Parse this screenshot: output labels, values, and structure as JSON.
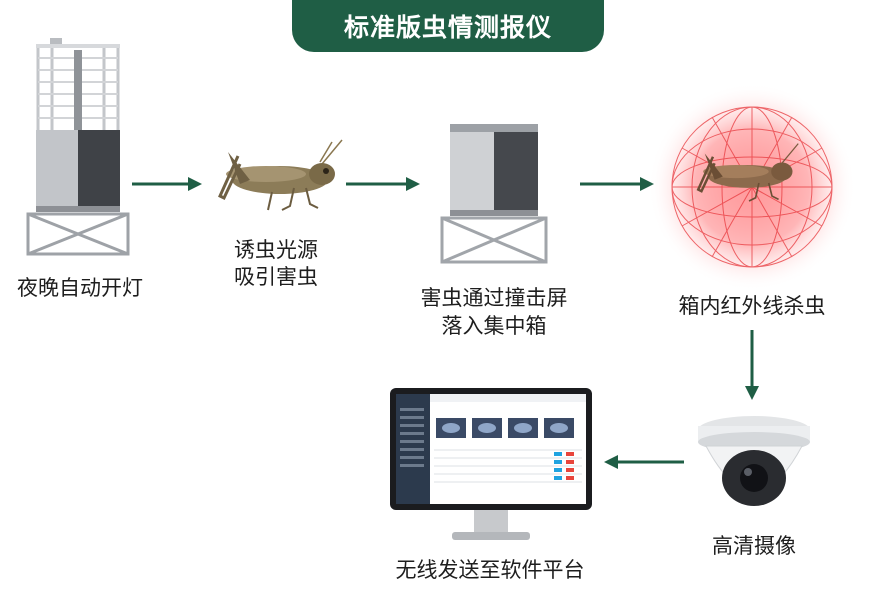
{
  "header": {
    "title": "标准版虫情测报仪"
  },
  "steps": {
    "s1": "夜晚自动开灯",
    "s2_line1": "诱虫光源",
    "s2_line2": "吸引害虫",
    "s3_line1": "害虫通过撞击屏",
    "s3_line2": "落入集中箱",
    "s4": "箱内红外线杀虫",
    "s5": "高清摄像",
    "s6": "无线发送至软件平台"
  },
  "colors": {
    "brand_green": "#1f5e45",
    "arrow": "#1f5e45",
    "kill_glow": "#e8383d"
  },
  "icons": [
    "trap-device-icon",
    "locust-icon",
    "trap-collector-icon",
    "infrared-kill-sphere-icon",
    "dome-camera-icon",
    "monitor-software-icon"
  ]
}
